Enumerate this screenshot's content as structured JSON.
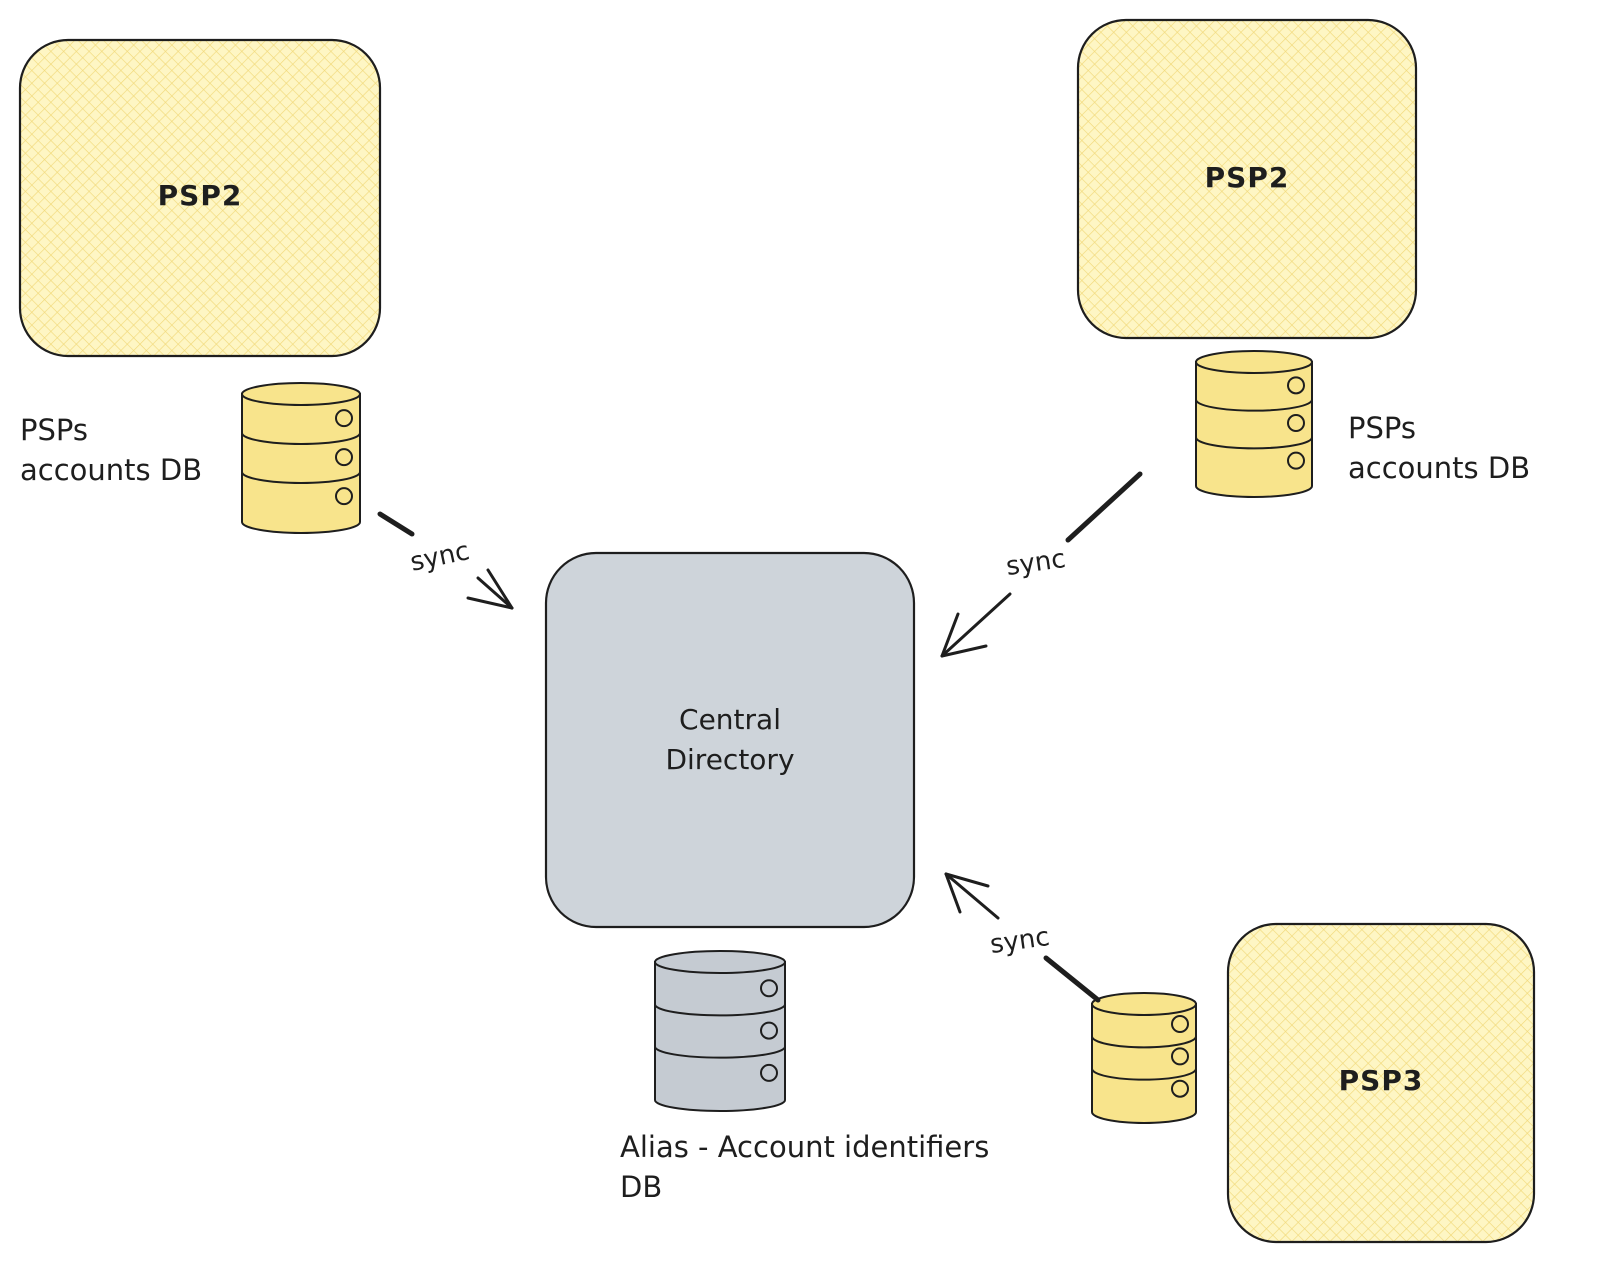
{
  "colors": {
    "psp_fill": "#fef3b0",
    "psp_hatch": "#f2dc7a",
    "db_fill": "#f8e48c",
    "central_fill": "#ced4da",
    "central_db_fill": "#c5cbd2",
    "stroke": "#1e1e1e"
  },
  "nodes": {
    "psp_top_left": {
      "label": "PSP2"
    },
    "psp_top_right": {
      "label": "PSP2"
    },
    "psp_bottom_right": {
      "label": "PSP3"
    },
    "central": {
      "line1": "Central",
      "line2": "Directory"
    }
  },
  "databases": {
    "top_left": {
      "line1": "PSPs",
      "line2": "accounts DB",
      "icon": "database-icon"
    },
    "top_right": {
      "line1": "PSPs",
      "line2": "accounts DB",
      "icon": "database-icon"
    },
    "bottom_right": {
      "icon": "database-icon"
    },
    "central": {
      "line1": "Alias - Account identifiers",
      "line2": "DB",
      "icon": "database-icon"
    }
  },
  "edges": {
    "top_left": {
      "label": "sync"
    },
    "top_right": {
      "label": "sync"
    },
    "bottom_right": {
      "label": "sync"
    }
  }
}
